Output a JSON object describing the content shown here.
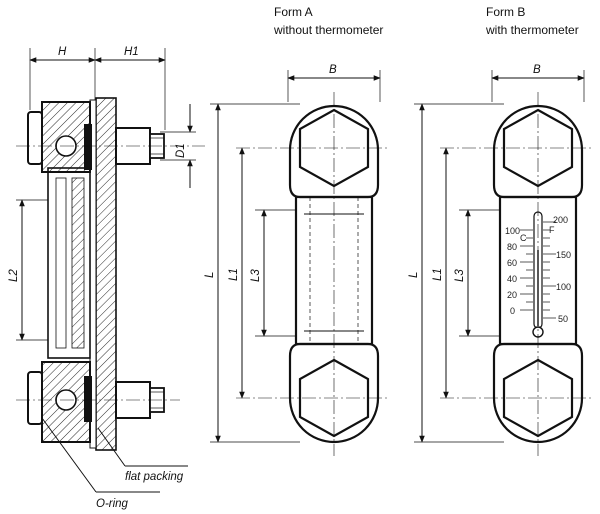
{
  "forms": {
    "a_title": "Form A",
    "a_subtitle": "without thermometer",
    "b_title": "Form B",
    "b_subtitle": "with thermometer"
  },
  "dimensions": {
    "H": "H",
    "H1": "H1",
    "D1": "D1",
    "B": "B",
    "L": "L",
    "L1": "L1",
    "L2": "L2",
    "L3": "L3"
  },
  "callouts": {
    "flat_packing": "flat packing",
    "o_ring": "O-ring"
  },
  "thermometer": {
    "celsius_ticks": [
      "100",
      "80",
      "60",
      "40",
      "20",
      "0"
    ],
    "fahrenheit_ticks": [
      "200",
      "150",
      "100",
      "50"
    ],
    "celsius_unit": "C",
    "fahrenheit_unit": "F"
  },
  "colors": {
    "line": "#111111",
    "hatch": "#111111",
    "background": "#ffffff"
  }
}
